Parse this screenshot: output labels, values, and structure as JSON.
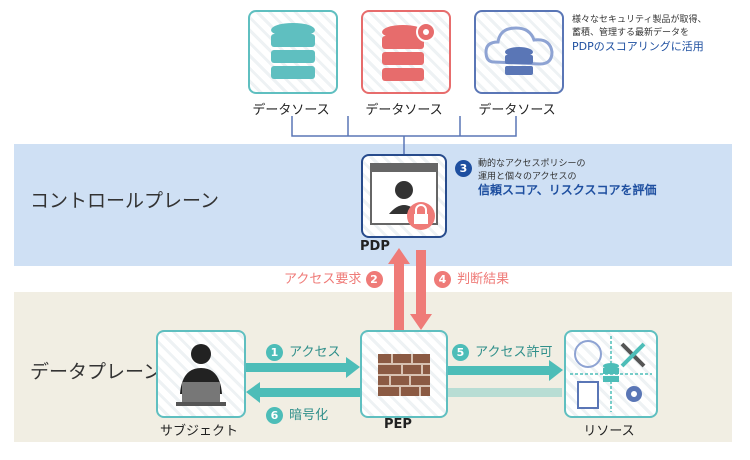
{
  "top_note": {
    "line1": "様々なセキュリティ製品が取得、",
    "line2": "蓄積、管理する最新データを",
    "line3": "PDPのスコアリングに活用"
  },
  "data_sources": [
    {
      "label": "データソース",
      "color": "#5fbfc0",
      "icon": "database-icon"
    },
    {
      "label": "データソース",
      "color": "#e76c6c",
      "icon": "database-gear-icon"
    },
    {
      "label": "データソース",
      "color": "#5a76b6",
      "icon": "cloud-database-icon"
    }
  ],
  "control_plane": {
    "label": "コントロールプレーン"
  },
  "data_plane": {
    "label": "データプレーン"
  },
  "pdp": {
    "label": "PDP",
    "step_number": "3",
    "note_line1": "動的なアクセスポリシーの",
    "note_line2": "運用と個々のアクセスの",
    "note_line3": "信頼スコア、リスクスコアを評価"
  },
  "pep": {
    "label": "PEP"
  },
  "subject": {
    "label": "サブジェクト"
  },
  "resource": {
    "label": "リソース"
  },
  "steps": {
    "s1": {
      "num": "1",
      "text": "アクセス"
    },
    "s2": {
      "num": "2",
      "text": "アクセス要求"
    },
    "s4": {
      "num": "4",
      "text": "判断結果"
    },
    "s5": {
      "num": "5",
      "text": "アクセス許可"
    },
    "s6": {
      "num": "6",
      "text": "暗号化"
    }
  },
  "colors": {
    "teal": "#4dbdb8",
    "red": "#ef7b78",
    "blue": "#1e4fa0",
    "dark_blue": "#274b8c"
  }
}
